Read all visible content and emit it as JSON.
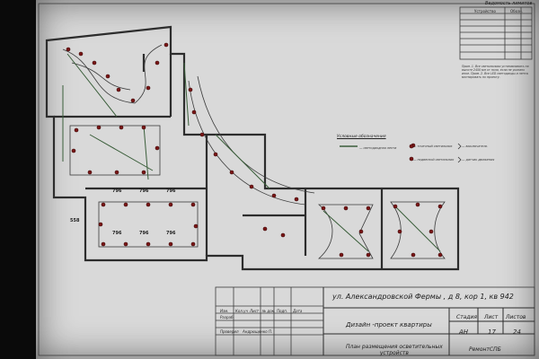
{
  "title_block": {
    "address": "ул. Александровской Фермы , д 8, кор 1, кв 942",
    "design_title": "Дизайн -проект квартиры",
    "sheet_title_line1": "План размещения осветительных",
    "sheet_title_line2": "устройств",
    "stage_label": "Стадия",
    "sheet_label": "Лист",
    "sheets_label": "Листов",
    "stage_value": "АН",
    "sheet_value": "17",
    "sheets_value": "24",
    "company": "РемонтСПБ",
    "col_izm": "Изм.",
    "col_kol": "Кол.уч",
    "col_list": "Лист",
    "col_doc": "№ док.",
    "col_podp": "Подп.",
    "col_data": "Дата",
    "row_razrab": "Разраб.",
    "row_proveril": "Проверил",
    "row_name": "Андрющенко П."
  },
  "spec": {
    "title": "Ведомость лимитов",
    "col1": "Устройство",
    "col2": "Обозн.",
    "note": "Прим. 1. Все светильники устанавливать на высоте 2450 мм от пола, если не указано иное. Прим. 2. Все LED светодиоды и ленты монтировать по проекту."
  },
  "legend": {
    "title": "Условные обозначения",
    "item1": "— светодиодная лента",
    "item2": "— точечный светильник",
    "item3": "— выключатель",
    "item4": "— подвесной светильник",
    "item5": "— датчик движения"
  },
  "dims": {
    "d1": "796",
    "d2": "796",
    "d3": "796",
    "d4": "796",
    "d5": "796",
    "d6": "558",
    "d7": "796"
  }
}
